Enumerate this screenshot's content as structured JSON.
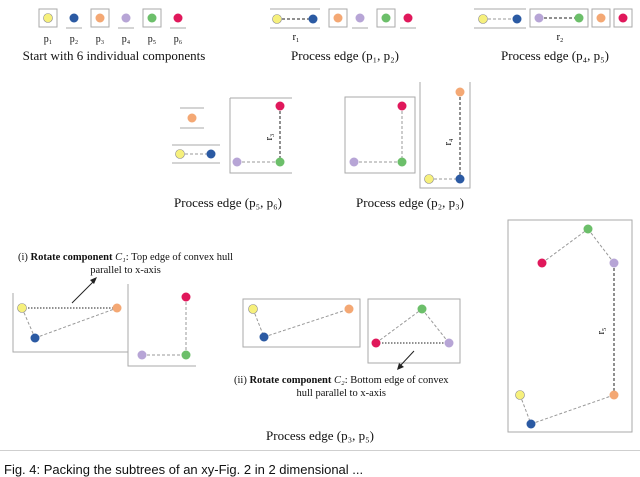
{
  "colors": {
    "p1": "#f6f07c",
    "p2": "#2b5aa3",
    "p3": "#f4a874",
    "p4": "#b7a5d6",
    "p5": "#6cbf6a",
    "p6": "#e0185b",
    "edge": "#999999",
    "active_edge": "#222222",
    "box": "#aaaaaa"
  },
  "row1": {
    "labels": [
      "p₁",
      "p₂",
      "p₃",
      "p₄",
      "p₅",
      "p₆"
    ],
    "caption_a": "Start with 6 individual components",
    "caption_b": "Process edge (p₁, p₂)",
    "caption_c": "Process edge (p₄, p₅)",
    "mark_b": "r₁",
    "mark_c": "r₂"
  },
  "row2": {
    "caption_a": "Process edge (p₅, p₆)",
    "caption_b": "Process edge (p₂, p₃)",
    "mark_a": "r₃",
    "mark_b": "r₄"
  },
  "row3": {
    "annot1_bold": "Rotate component",
    "annot1_prefix": "(i)",
    "annot1_comp": "C₁",
    "annot1_rest": ": Top edge of convex hull",
    "annot1_line2": "parallel to x-axis",
    "annot2_prefix": "(ii)",
    "annot2_bold": "Rotate component",
    "annot2_comp": "C₂",
    "annot2_rest": ": Bottom edge of convex",
    "annot2_line2": "hull parallel to x-axis",
    "caption": "Process edge (p₃, p₅)",
    "mark": "r₅"
  },
  "figure_caption": "Fig. 4: Packing the subtrees of an xy-Fig. 2 in 2 dimensional ..."
}
